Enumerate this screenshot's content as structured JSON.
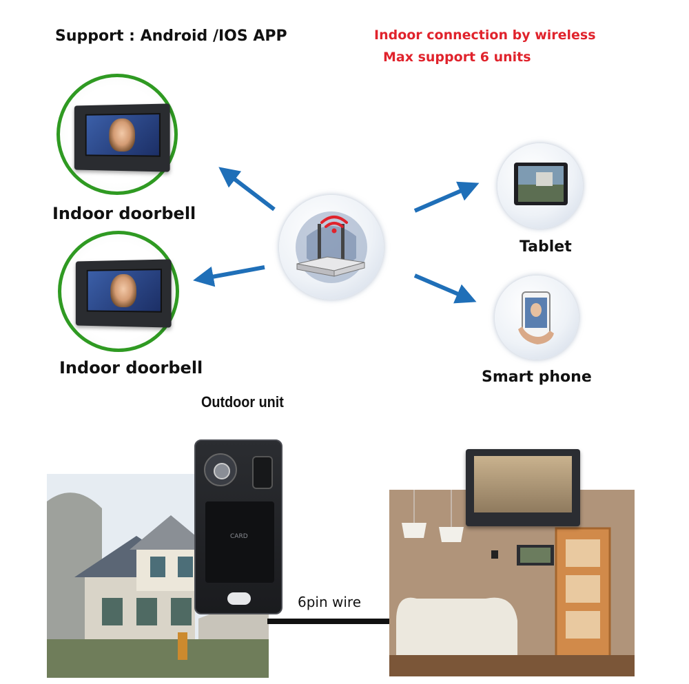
{
  "header": {
    "support": "Support : Android /IOS  APP",
    "wireless_line1": "Indoor connection by wireless",
    "wireless_line2": "Max support 6 units"
  },
  "nodes": {
    "indoor_top_label": "Indoor doorbell",
    "indoor_bottom_label": "Indoor doorbell",
    "tablet_label": "Tablet",
    "phone_label": "Smart  phone",
    "outdoor_label": "Outdoor unit"
  },
  "outdoor_panel": {
    "card_text": "CARD"
  },
  "wire_label": "6pin wire",
  "colors": {
    "arrow": "#1f6fb8",
    "ring": "#2f9a22",
    "red_text": "#e0232c"
  }
}
